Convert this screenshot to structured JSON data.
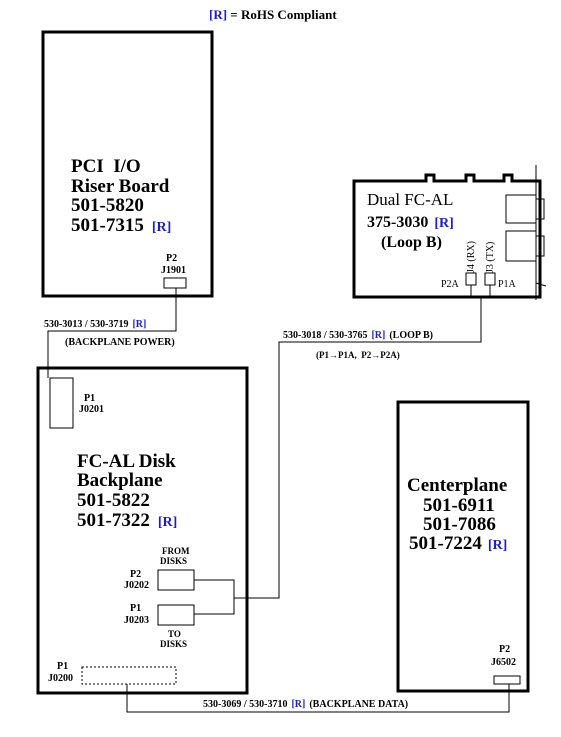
{
  "legend": {
    "mark": "[R]",
    "text": " = RoHS Compliant"
  },
  "colors": {
    "rohs": "#1f1fbf",
    "line": "#000000",
    "background": "#ffffff"
  },
  "pci_riser": {
    "line1": "PCI  I/O",
    "line2": "Riser Board",
    "line3": "501-5820",
    "line4": "501-7315",
    "mark": "[R]",
    "conn_p": "P2",
    "conn_j": "J1901"
  },
  "dual_fcal": {
    "line1": "Dual FC-AL",
    "line2": "375-3030",
    "mark": "[R]",
    "line3": "(Loop B)",
    "j4": "J4 (RX)",
    "j3": "J3 (TX)",
    "p2a": "P2A",
    "p1a": "P1A"
  },
  "cable_power": {
    "pn": "530-3013 / 530-3719",
    "mark": "[R]",
    "label": "(BACKPLANE POWER)"
  },
  "cable_loop": {
    "pn": "530-3018 / 530-3765",
    "mark": "[R]",
    "suffix": "(LOOP B)",
    "mapping": "(P1→P1A,  P2→P2A)"
  },
  "disk_backplane": {
    "line1": "FC-AL Disk",
    "line2": "Backplane",
    "line3": "501-5822",
    "line4": "501-7322",
    "mark": "[R]",
    "p1_top": "P1",
    "j0201": "J0201",
    "from1": "FROM",
    "from2": "DISKS",
    "p2": "P2",
    "j0202": "J0202",
    "p1_mid": "P1",
    "j0203": "J0203",
    "to1": "TO",
    "to2": "DISKS",
    "p1_bot": "P1",
    "j0200": "J0200"
  },
  "centerplane": {
    "line1": "Centerplane",
    "line2": "501-6911",
    "line3": "501-7086",
    "line4": "501-7224",
    "mark": "[R]",
    "conn_p": "P2",
    "conn_j": "J6502"
  },
  "cable_data": {
    "pn": "530-3069 / 530-3710",
    "mark": "[R]",
    "label": "(BACKPLANE DATA)"
  }
}
